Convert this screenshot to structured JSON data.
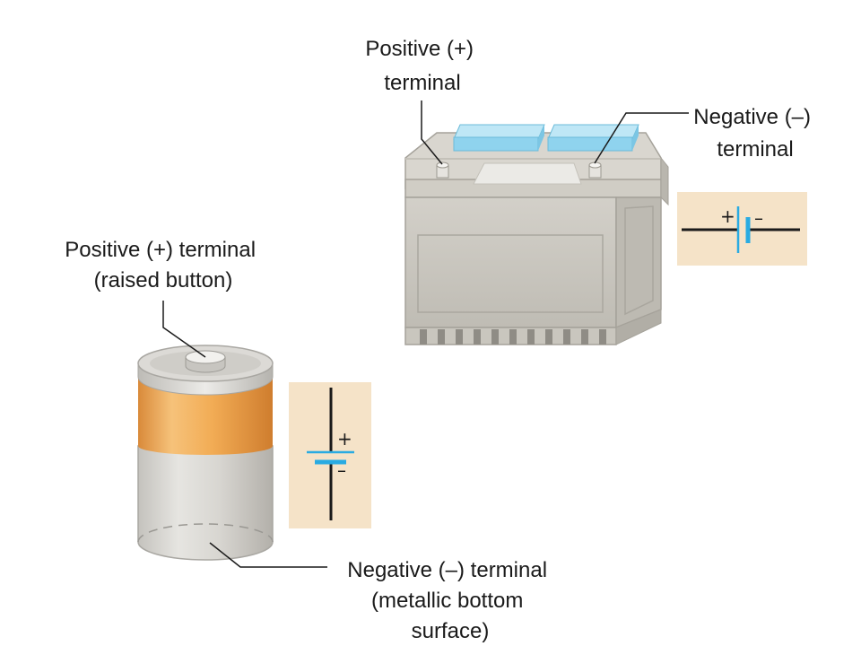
{
  "car_battery": {
    "positive_label": [
      "Positive (+)",
      "terminal"
    ],
    "negative_label": [
      "Negative (–)",
      "terminal"
    ],
    "symbol": {
      "plus": "+",
      "minus": "–"
    }
  },
  "cell_battery": {
    "positive_label": [
      "Positive (+) terminal",
      "(raised button)"
    ],
    "negative_label": [
      "Negative (–) terminal",
      "(metallic bottom",
      "surface)"
    ],
    "symbol": {
      "plus": "+",
      "minus": "–"
    }
  },
  "colors": {
    "symbol_background": "#f5e3c8",
    "symbol_plate": "#29abe2",
    "battery_body": "#cbc8c1",
    "cover_panel": "#a8dcf0",
    "cell_band": "#f0b060"
  }
}
